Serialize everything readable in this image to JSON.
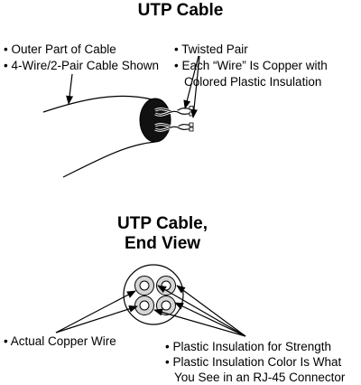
{
  "top": {
    "title": "UTP Cable",
    "left_labels": [
      "• Outer Part of Cable",
      "• 4-Wire/2-Pair Cable Shown"
    ],
    "right_labels": [
      "• Twisted Pair",
      "• Each “Wire” Is Copper with",
      "Colored Plastic Insulation"
    ]
  },
  "bottom": {
    "title_line1": "UTP Cable,",
    "title_line2": "End View",
    "left_label": "• Actual Copper Wire",
    "right_labels": [
      "• Plastic Insulation for Strength",
      "• Plastic Insulation Color Is What",
      "You See in an RJ-45 Connector"
    ]
  }
}
